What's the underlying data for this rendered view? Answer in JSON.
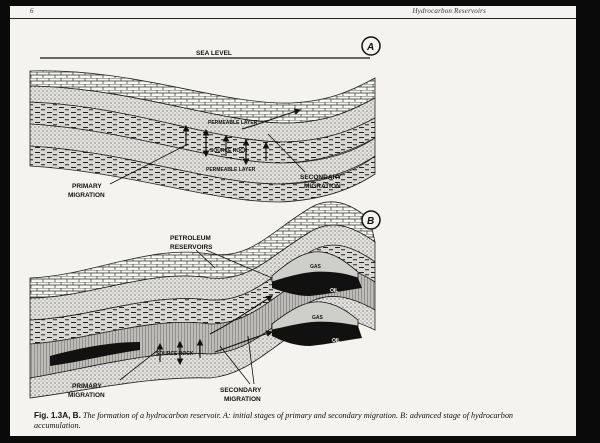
{
  "header": {
    "page_number": "6",
    "running_title": "Hydrocarbon Reservoirs"
  },
  "figure_a": {
    "panel_label": "A",
    "sea_level": "SEA LEVEL",
    "permeable_layer_top": "PERMEABLE LAYER",
    "source_rock": "SOURCE ROCK",
    "permeable_layer_bottom": "PERMEABLE LAYER",
    "primary_migration_1": "PRIMARY",
    "primary_migration_2": "MIGRATION",
    "secondary_migration_1": "SECONDARY",
    "secondary_migration_2": "MIGRATION"
  },
  "figure_b": {
    "panel_label": "B",
    "petroleum_1": "PETROLEUM",
    "petroleum_2": "RESERVOIRS",
    "gas_upper": "GAS",
    "oil_upper": "OIL",
    "gas_lower": "GAS",
    "oil_lower": "OIL",
    "source_rock": "SOURCE ROCK",
    "primary_migration_1": "PRIMARY",
    "primary_migration_2": "MIGRATION",
    "secondary_migration_1": "SECONDARY",
    "secondary_migration_2": "MIGRATION"
  },
  "caption": {
    "label": "Fig. 1.3A, B.",
    "text": "The formation of a hydrocarbon reservoir. A: initial stages of primary and secondary migration. B: advanced stage of hydrocarbon accumulation."
  }
}
